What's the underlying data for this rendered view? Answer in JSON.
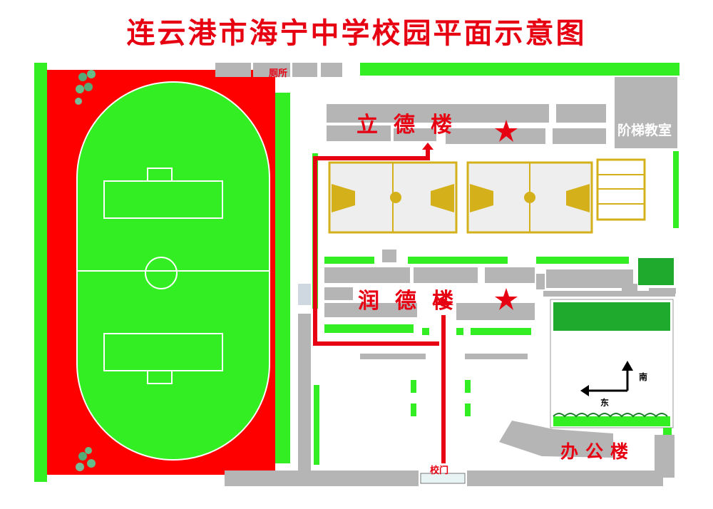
{
  "title": "连云港市海宁中学校园平面示意图",
  "labels": {
    "toilet": "厕所",
    "lide_building": "立德楼",
    "lecture_hall": "阶梯教室",
    "runde_building": "润德楼",
    "school_gate": "校门",
    "office_building": "办公楼"
  },
  "compass": {
    "south": "南",
    "east": "东"
  },
  "colors": {
    "title": "#e60012",
    "track": "#ff0000",
    "grass": "#33ee22",
    "building": "#b5b5b5",
    "court": "#d4b11a",
    "route": "#e60012",
    "star": "#e60012"
  }
}
